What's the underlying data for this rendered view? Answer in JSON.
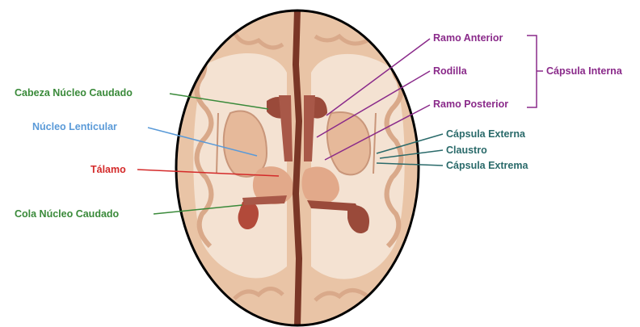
{
  "labels_left": {
    "cabeza": "Cabeza Núcleo Caudado",
    "lenticular": "Núcleo Lenticular",
    "talamo": "Tálamo",
    "cola": "Cola Núcleo Caudado"
  },
  "labels_right": {
    "ramo_anterior": "Ramo Anterior",
    "rodilla": "Rodilla",
    "ramo_posterior": "Ramo Posterior",
    "capsula_interna": "Cápsula Interna",
    "capsula_externa": "Cápsula Externa",
    "claustro": "Claustro",
    "capsula_extrema": "Cápsula Extrema"
  },
  "colors": {
    "green": "#3a8a3a",
    "blue": "#5a9ad8",
    "red": "#d42a2a",
    "purple": "#8a2a8a",
    "teal": "#2a6a6a",
    "brain_tissue": "#e9c4a6",
    "white_matter": "#f6e8dc",
    "deep_structure": "#9a4a3a"
  }
}
